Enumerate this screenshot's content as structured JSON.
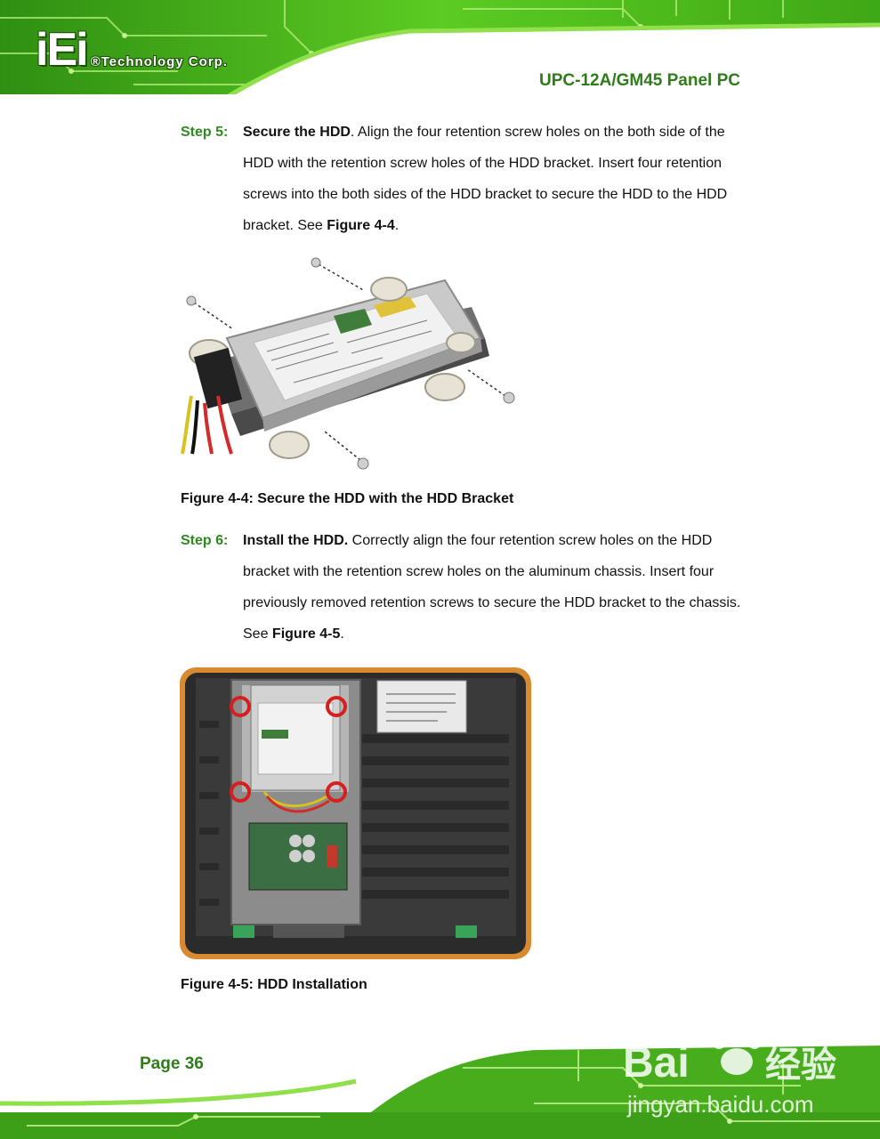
{
  "header": {
    "logo_mark": "iEi",
    "logo_text": "®Technology Corp.",
    "product_title": "UPC-12A/GM45 Panel PC"
  },
  "step5": {
    "label": "Step 5:",
    "title": "Secure the HDD",
    "text": ". Align the four retention screw holes on the both side of the HDD with the retention screw holes of the HDD bracket. Insert four retention screws into the both sides of the HDD bracket to secure the HDD to the HDD bracket. See ",
    "ref": "Figure 4-4",
    "end": "."
  },
  "figure1": {
    "caption": "Figure 4-4: Secure the HDD with the HDD Bracket"
  },
  "step6": {
    "label": "Step 6:",
    "title": "Install the HDD.",
    "text": " Correctly align the four retention screw holes on the HDD bracket with the retention screw holes on the aluminum chassis. Insert four previously removed retention screws to secure the HDD bracket to the chassis. See ",
    "ref": "Figure 4-5",
    "end": "."
  },
  "figure2": {
    "caption": "Figure 4-5: HDD Installation"
  },
  "footer": {
    "page": "Page 36"
  },
  "watermark": {
    "brand": "Bai",
    "cn": "经验",
    "url": "jingyan.baidu.com"
  },
  "colors": {
    "green_text": "#2f7d1a",
    "pcb_green": "#4fb820",
    "screw_highlight": "#d62020"
  }
}
